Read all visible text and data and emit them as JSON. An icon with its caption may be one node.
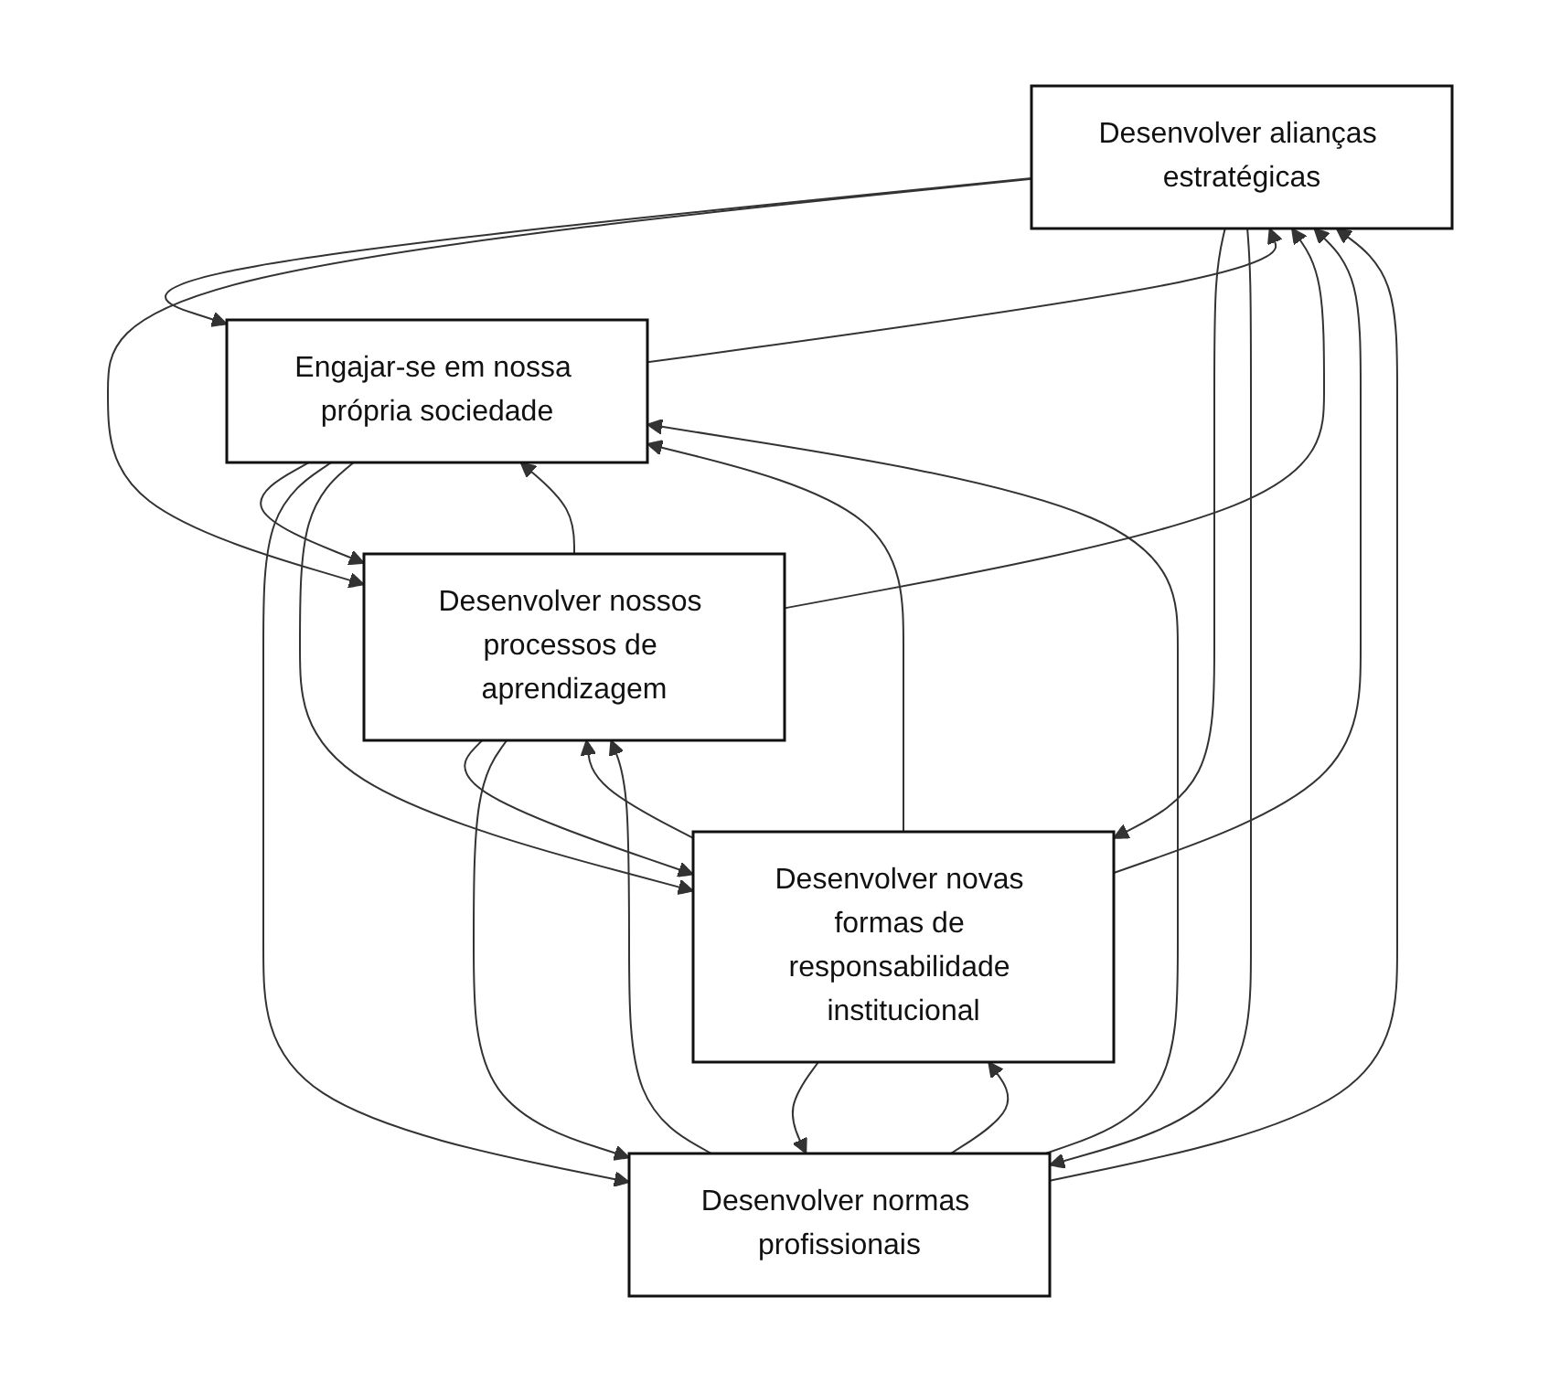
{
  "diagram": {
    "nodes": [
      {
        "text": [
          "Desenvolver alianças estratégicas"
        ]
      },
      {
        "text": [
          "Engajar-se em nossa própria sociedade"
        ]
      },
      {
        "text": [
          "Desenvolver nossos processos de aprendizagem"
        ]
      },
      {
        "text": [
          "Desenvolver novas formas de responsabilidade institucional"
        ]
      },
      {
        "text": [
          "Desenvolver normas profissionais"
        ]
      }
    ],
    "edges": [
      {
        "from": 0,
        "to": 1,
        "arrow": "to"
      },
      {
        "from": 1,
        "to": 0,
        "arrow": "to"
      },
      {
        "from": 0,
        "to": 2,
        "arrow": "to"
      },
      {
        "from": 2,
        "to": 0,
        "arrow": "to"
      },
      {
        "from": 0,
        "to": 3,
        "arrow": "to"
      },
      {
        "from": 3,
        "to": 0,
        "arrow": "to"
      },
      {
        "from": 0,
        "to": 4,
        "arrow": "to"
      },
      {
        "from": 4,
        "to": 0,
        "arrow": "to"
      },
      {
        "from": 1,
        "to": 2,
        "arrow": "to"
      },
      {
        "from": 2,
        "to": 1,
        "arrow": "to"
      },
      {
        "from": 1,
        "to": 4,
        "arrow": "to"
      },
      {
        "from": 4,
        "to": 1,
        "arrow": "to"
      },
      {
        "from": 2,
        "to": 3,
        "arrow": "to"
      },
      {
        "from": 3,
        "to": 2,
        "arrow": "to"
      },
      {
        "from": 1,
        "to": 3,
        "arrow": "to"
      },
      {
        "from": 3,
        "to": 1,
        "arrow": "to"
      },
      {
        "from": 2,
        "to": 4,
        "arrow": "to"
      },
      {
        "from": 4,
        "to": 2,
        "arrow": "to"
      },
      {
        "from": 3,
        "to": 4,
        "arrow": "to"
      },
      {
        "from": 4,
        "to": 3,
        "arrow": "to"
      }
    ]
  }
}
